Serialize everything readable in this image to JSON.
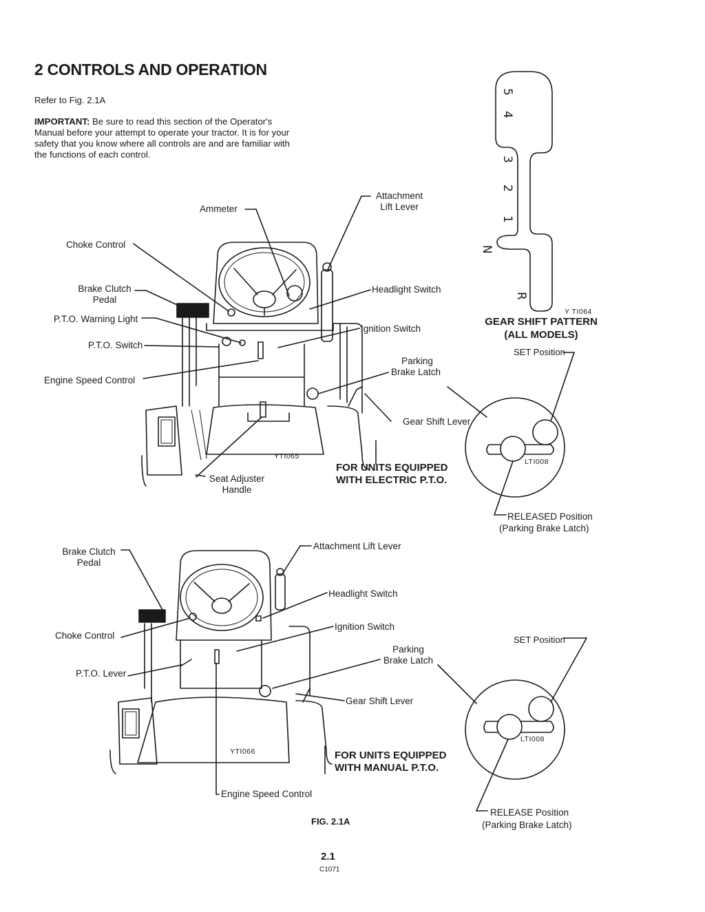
{
  "page": {
    "heading": "2 CONTROLS AND OPERATION",
    "refer": "Refer to Fig. 2.1A",
    "important_label": "IMPORTANT:",
    "important_text": " Be sure to read this section of the Operator's Manual before your attempt to operate your tractor. It is for your safety that you know where all controls are and are familiar with the functions of each control.",
    "figure_caption": "FIG. 2.1A",
    "page_number": "2.1",
    "doc_code": "C1071"
  },
  "top_figure": {
    "labels": {
      "ammeter": "Ammeter",
      "attachment_lift_lever_1": "Attachment",
      "attachment_lift_lever_2": "Lift Lever",
      "choke_control": "Choke Control",
      "brake_clutch_pedal_1": "Brake Clutch",
      "brake_clutch_pedal_2": "Pedal",
      "headlight_switch": "Headlight Switch",
      "pto_warning_light": "P.T.O. Warning Light",
      "ignition_switch": "Ignition Switch",
      "pto_switch": "P.T.O. Switch",
      "parking_brake_latch_1": "Parking",
      "parking_brake_latch_2": "Brake Latch",
      "engine_speed_control": "Engine Speed Control",
      "gear_shift_lever": "Gear Shift Lever",
      "seat_adjuster_1": "Seat Adjuster",
      "seat_adjuster_2": "Handle",
      "figure_code": "YTI065",
      "units_1": "FOR UNITS EQUIPPED",
      "units_2": "WITH ELECTRIC P.T.O."
    }
  },
  "gear_pattern": {
    "digits": [
      "5",
      "4",
      "3",
      "2",
      "1",
      "N",
      "R"
    ],
    "code": "Y TI064",
    "title_1": "GEAR SHIFT PATTERN",
    "title_2": "(ALL MODELS)"
  },
  "latch_top": {
    "set_position": "SET Position",
    "code": "LTI008",
    "released_1": "RELEASED Position",
    "released_2": "(Parking Brake Latch)"
  },
  "bottom_figure": {
    "labels": {
      "brake_clutch_pedal_1": "Brake Clutch",
      "brake_clutch_pedal_2": "Pedal",
      "attachment_lift_lever": "Attachment Lift Lever",
      "headlight_switch": "Headlight Switch",
      "choke_control": "Choke Control",
      "ignition_switch": "Ignition Switch",
      "parking_brake_latch_1": "Parking",
      "parking_brake_latch_2": "Brake Latch",
      "pto_lever": "P.T.O. Lever",
      "gear_shift_lever": "Gear Shift Lever",
      "figure_code": "YTI066",
      "units_1": "FOR UNITS EQUIPPED",
      "units_2": "WITH MANUAL P.T.O.",
      "engine_speed_control": "Engine Speed Control"
    }
  },
  "latch_bottom": {
    "set_position": "SET Position",
    "code": "LTI008",
    "release_1": "RELEASE Position",
    "release_2": "(Parking Brake Latch)"
  }
}
